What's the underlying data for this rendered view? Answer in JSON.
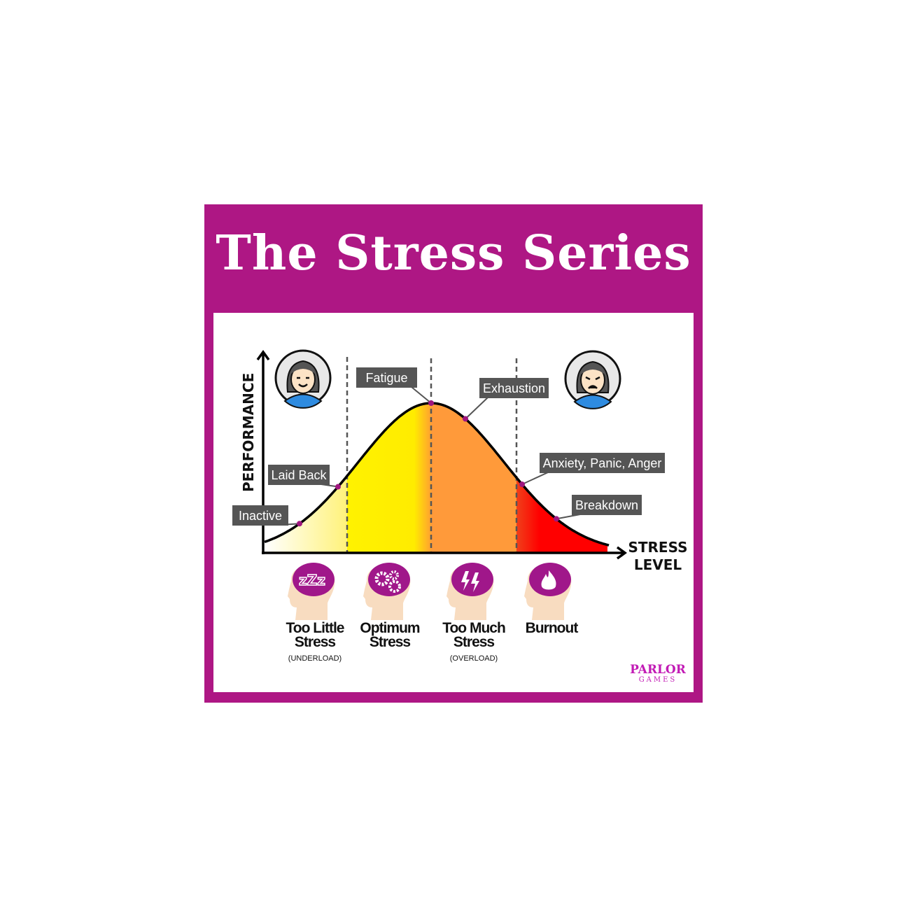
{
  "title": "The Stress Series",
  "axes": {
    "y_label": "PERFORMANCE",
    "x_label_line1": "STRESS",
    "x_label_line2": "LEVEL"
  },
  "curve_labels": [
    "Inactive",
    "Laid Back",
    "Fatigue",
    "Exhaustion",
    "Anxiety, Panic, Anger",
    "Breakdown"
  ],
  "zones": [
    {
      "title": "Too Little Stress",
      "line1": "Too Little",
      "line2": "Stress",
      "sub": "(UNDERLOAD)",
      "icon": "sleep-zzz-icon"
    },
    {
      "title": "Optimum Stress",
      "line1": "Optimum",
      "line2": "Stress",
      "sub": "",
      "icon": "gears-icon"
    },
    {
      "title": "Too Much Stress",
      "line1": "Too Much",
      "line2": "Stress",
      "sub": "(OVERLOAD)",
      "icon": "lightning-icon"
    },
    {
      "title": "Burnout",
      "line1": "Burnout",
      "line2": "",
      "sub": "",
      "icon": "fire-icon"
    }
  ],
  "faces": [
    "happy-face-icon",
    "sad-face-icon"
  ],
  "logo": {
    "line1": "PARLOR",
    "line2": "GAMES"
  },
  "colors": {
    "brand": "#AE1784",
    "label_bg": "#555555",
    "yellow": "#FFF200",
    "orange": "#FF9A3A",
    "red": "#FF0000",
    "dot": "#A0167F"
  }
}
